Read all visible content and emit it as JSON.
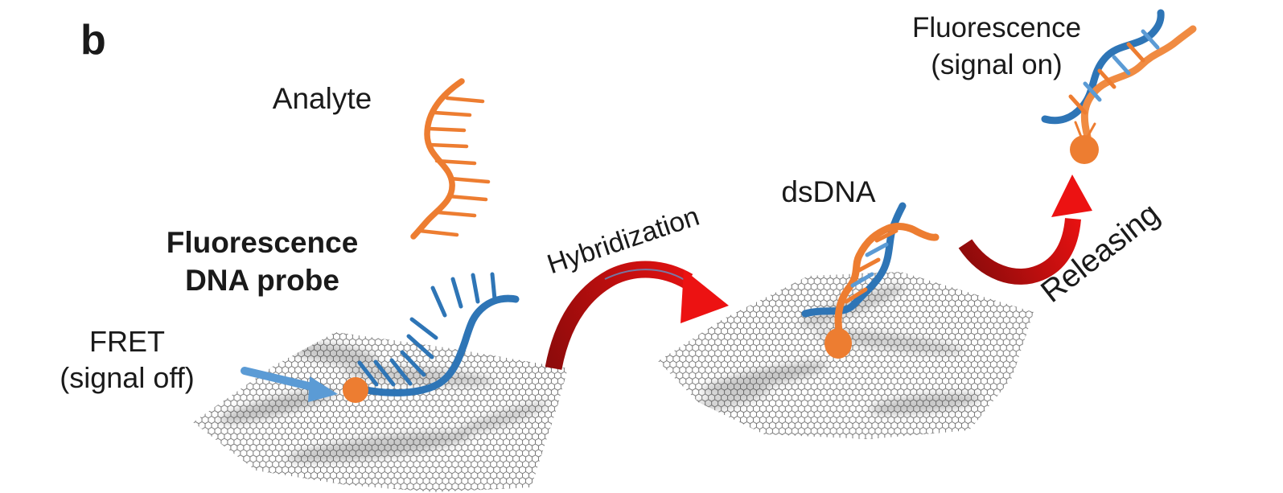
{
  "figure": {
    "panel_label": "b",
    "labels": {
      "analyte": "Analyte",
      "probe_line1": "Fluorescence",
      "probe_line2": "DNA probe",
      "fret_line1": "FRET",
      "fret_line2": "(signal off)",
      "hybridization": "Hybridization",
      "dsdna": "dsDNA",
      "releasing": "Releasing",
      "signal_on_line1": "Fluorescence",
      "signal_on_line2": "(signal on)"
    },
    "icons": {
      "analyte_strand": "orange-ssdna-icon",
      "probe_strand": "blue-ssdna-icon",
      "fluorophore": "orange-dot-fluorophore",
      "surface": "graphene-sheet",
      "transition_arrows": "red-curved-arrow",
      "quench_arrow": "light-blue-arrow"
    }
  },
  "colors": {
    "text": "#1A1A1A",
    "orange": "#ED7D31",
    "orange_light": "#F08B42",
    "blue": "#2E75B6",
    "blue_light": "#5B9BD5",
    "red_bright": "#EC1212",
    "red_dark": "#8F0B0B",
    "graphene_line": "#6B6B6B",
    "smudge": "#484848"
  }
}
